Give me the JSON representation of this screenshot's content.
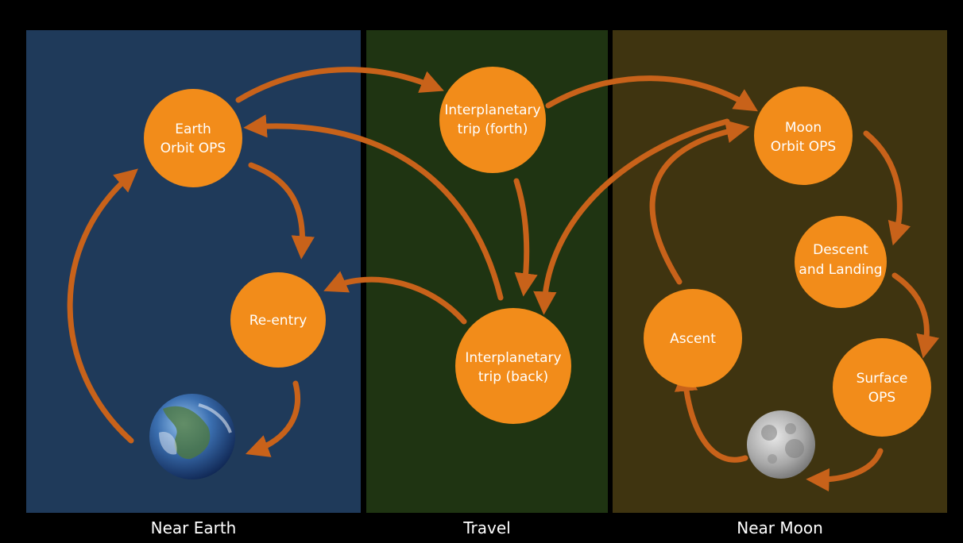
{
  "zones": {
    "near_earth": "Near Earth",
    "travel": "Travel",
    "near_moon": "Near Moon"
  },
  "nodes": {
    "earth_orbit": [
      "Earth",
      "Orbit OPS"
    ],
    "reentry": [
      "Re-entry"
    ],
    "trip_forth": [
      "Interplanetary",
      "trip (forth)"
    ],
    "trip_back": [
      "Interplanetary",
      "trip (back)"
    ],
    "moon_orbit": [
      "Moon",
      "Orbit OPS"
    ],
    "descent": [
      "Descent",
      "and Landing"
    ],
    "surface": [
      "Surface",
      "OPS"
    ],
    "ascent": [
      "Ascent"
    ]
  },
  "images": {
    "earth": "earth-globe",
    "moon": "moon-globe"
  },
  "colors": {
    "background": "#000000",
    "near_earth_panel": "#1f3a5a",
    "travel_panel": "#1f3412",
    "near_moon_panel": "#3f3410",
    "node_fill": "#f28c1a",
    "arrow": "#c8621a",
    "text": "#ffffff"
  }
}
